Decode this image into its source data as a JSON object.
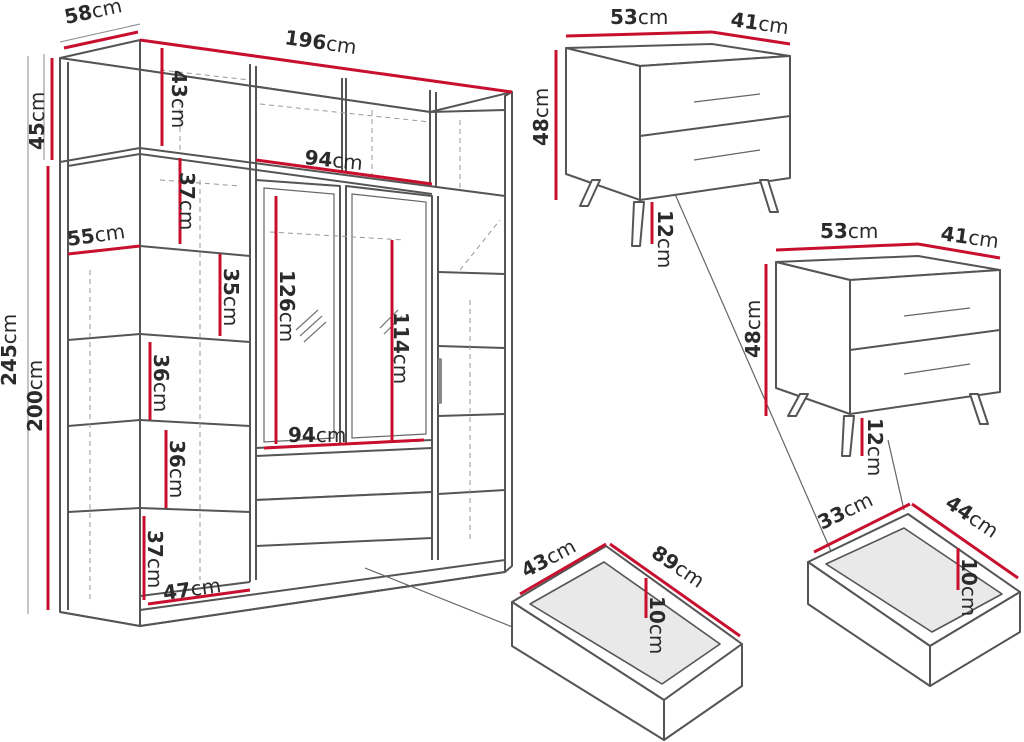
{
  "wardrobe": {
    "depth": "58",
    "width": "196",
    "top_height": "43",
    "top_depth_label": "45",
    "total_height": "245",
    "body_height": "200",
    "inner_width_top": "94",
    "shelf_depth": "55",
    "shelf_1": "37",
    "shelf_2": "35",
    "shelf_3": "36",
    "shelf_4": "36",
    "shelf_5": "37",
    "bottom_width": "47",
    "mirror_left": "126",
    "mirror_right": "114",
    "inner_width_mid": "94"
  },
  "wardrobe_drawer": {
    "width": "43",
    "depth": "89",
    "height": "10"
  },
  "nightstand_1": {
    "width": "53",
    "depth": "41",
    "height": "48",
    "leg": "12"
  },
  "nightstand_2": {
    "width": "53",
    "depth": "41",
    "height": "48",
    "leg": "12"
  },
  "nightstand_drawer": {
    "width": "33",
    "depth": "44",
    "height": "10"
  },
  "unit": "cm"
}
